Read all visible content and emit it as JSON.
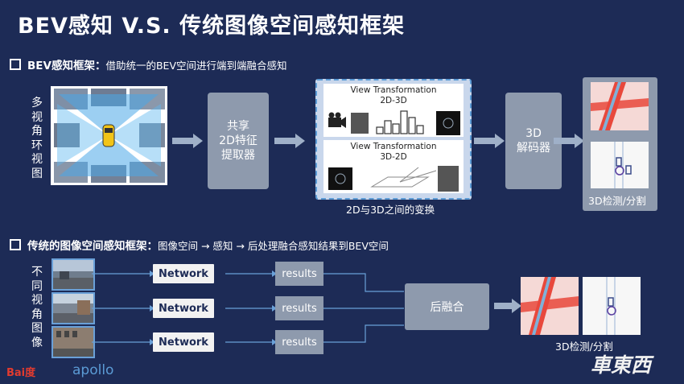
{
  "slide": {
    "title": "BEV感知  V.S.  传统图像空间感知框架"
  },
  "bev_section": {
    "heading": "BEV感知框架：",
    "subheading": "借助统一的BEV空间进行端到端融合感知",
    "side_label": "多视角环视图",
    "backbone_label": "共享\n2D特征\n提取器",
    "vt_top_title": "View Transformation\n2D-3D",
    "vt_bottom_title": "View Transformation\n3D-2D",
    "vt_caption": "2D与3D之间的变换",
    "decoder_label": "3D\n解码器",
    "output_caption": "3D检测/分割"
  },
  "trad_section": {
    "heading": "传统的图像空间感知框架：",
    "subheading": "图像空间 → 感知 → 后处理融合感知结果到BEV空间",
    "side_label": "不同视角图像",
    "network_labels": [
      "Network",
      "Network",
      "Network"
    ],
    "result_labels": [
      "results",
      "results",
      "results"
    ],
    "fusion_label": "后融合",
    "output_caption": "3D检测/分割"
  },
  "branding": {
    "baidu": "Bai度",
    "apollo": "apollo",
    "watermark": "車東西"
  },
  "colors": {
    "background": "#1d2b56",
    "panel": "#8e9aad",
    "accent_blue": "#5b9bd5",
    "arrow": "#9fb0c8",
    "heatmap_red": "#e8483c"
  },
  "icons": [
    "camera-icon",
    "histogram-icon",
    "lidar-scan-icon",
    "arrow-right-icon",
    "baidu-paw-icon"
  ]
}
